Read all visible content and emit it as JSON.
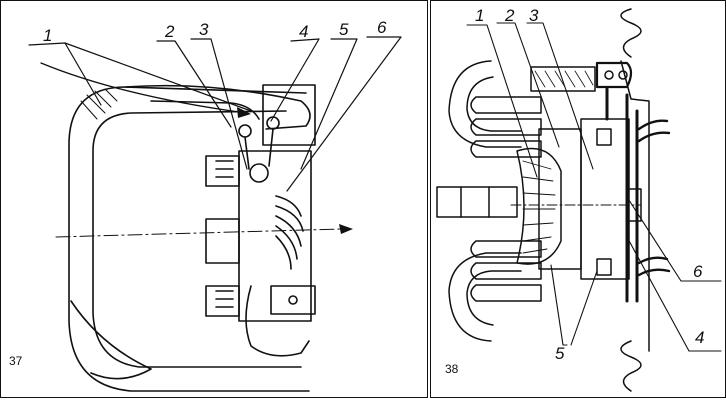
{
  "figures": [
    {
      "number": "37",
      "callouts": [
        "1",
        "2",
        "3",
        "4",
        "5",
        "6"
      ]
    },
    {
      "number": "38",
      "callouts": [
        "1",
        "2",
        "3",
        "6",
        "4",
        "5"
      ]
    }
  ]
}
